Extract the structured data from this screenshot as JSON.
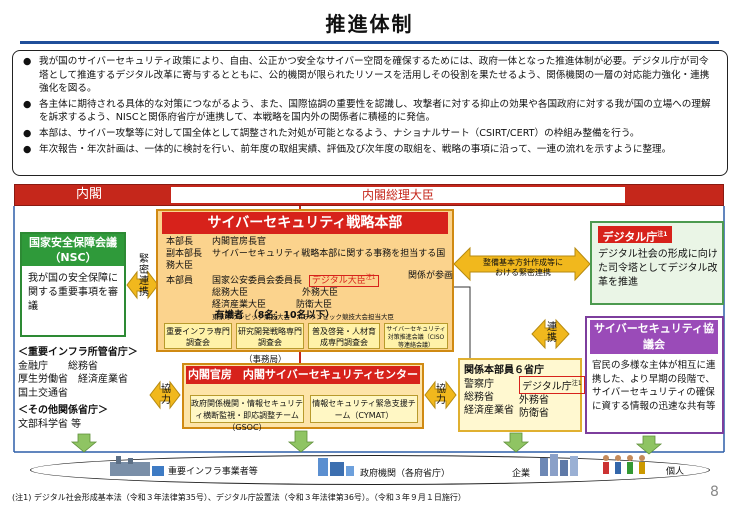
{
  "title": "推進体制",
  "bullets": [
    {
      "mark": "●",
      "text": "我が国のサイバーセキュリティ政策により、自由、公正かつ安全なサイバー空間を確保するためには、政府一体となった推進体制が必要。デジタル庁が司令塔として推進するデジタル改革に寄与するとともに、公的機関が限られたリソースを活用しその役割を果たせるよう、関係機関の一層の対応能力強化・連携強化を図る。"
    },
    {
      "mark": "●",
      "text": "各主体に期待される具体的な対策につながるよう、また、国際協調の重要性を認識し、攻撃者に対する抑止の効果や各国政府に対する我が国の立場への理解を訴求するよう、NISCと関係府省庁が連携して、本戦略を国内外の関係者に積極的に発信。"
    },
    {
      "mark": "●",
      "text": "本部は、サイバー攻撃等に対して国全体として調整された対処が可能となるよう、ナショナルサート（CSIRT/CERT）の枠組み整備を行う。"
    },
    {
      "mark": "●",
      "text": "年次報告・年次計画は、一体的に検討を行い、前年度の取組実績、評価及び次年度の取組を、戦略の事項に沿って、一連の流れを示すように整理。"
    }
  ],
  "cabinet": {
    "label": "内閣",
    "pm": "内閣総理大臣"
  },
  "hq": {
    "title": "サイバーセキュリティ戦略本部",
    "rows": [
      {
        "role": "本部長",
        "member": "内閣官房長官"
      },
      {
        "role": "副本部長",
        "member": "サイバーセキュリティ戦略本部に関する事務を担当する国務大臣"
      },
      {
        "role": "本部員",
        "member": "国家公安委員会委員長"
      }
    ],
    "members": [
      "総務大臣",
      "経済産業大臣",
      "東京オリンピック競技大会・パラリンピック競技大会担当大臣"
    ],
    "digital_minister": "デジタル大臣",
    "note_mark": "注1",
    "foreign": "外務大臣",
    "defense": "防衛大臣",
    "pm_participation": "関係が参画",
    "experts": "有識者　（8名；10名以下）",
    "subcommittees": [
      "重要インフラ専門調査会",
      "研究開発戦略専門調査会",
      "普及啓発・人材育成専門調査会",
      "サイバーセキュリティ対策推進会議（CISO等連絡会議）"
    ],
    "secretariat": "（事務局）"
  },
  "nsc": {
    "title": "国家安全保障会議（NSC）",
    "desc": "我が国の安全保障に関する重要事項を審議"
  },
  "links": {
    "close": "緊密連携",
    "coop": "協力",
    "coop2": "協力",
    "renkei": "連携"
  },
  "digital": {
    "title": "デジタル庁",
    "note": "注1",
    "desc": "デジタル社会の形成に向けた司令塔としてデジタル改革を推進"
  },
  "control": {
    "text": "整備基本方針作成等における緊密連携"
  },
  "cs_council": {
    "title": "サイバーセキュリティ協議会",
    "desc": "官民の多様な主体が相互に連携した、より早期の段階で、サイバーセキュリティの確保に資する情報の迅速な共有等"
  },
  "infra_ministries": {
    "title": "＜重要インフラ所管省庁＞",
    "items": [
      "金融庁　　総務省",
      "厚生労働省　経済産業省",
      "国土交通省"
    ]
  },
  "other_ministries": {
    "title": "＜その他関係省庁＞",
    "items": [
      "文部科学省 等"
    ]
  },
  "nisc": {
    "title": "内閣官房　内閣サイバーセキュリティセンター",
    "teams": [
      "政府関係機関・情報セキュリティ横断監視・即応調整チーム（GSOC）",
      "情報セキュリティ緊急支援チーム（CYMAT）"
    ]
  },
  "six_ministries": {
    "title": "関係本部員６省庁",
    "col1": [
      "警察庁",
      "総務省",
      "経済産業省"
    ],
    "digital": "デジタル庁",
    "note": "注1",
    "col2": [
      "外務省",
      "防衛省"
    ]
  },
  "ground": {
    "infra": "重要インフラ事業者等",
    "gov": "政府機関（各府省庁）",
    "corp": "企業",
    "individual": "個人"
  },
  "footnote": "(注1) デジタル社会形成基本法（令和３年法律第35号）、デジタル庁設置法（令和３年法律第36号）。（令和３年９月１日施行）",
  "page": "8",
  "colors": {
    "red": "#d7221b",
    "green": "#2f9a3a",
    "purple": "#9a4bb8",
    "orange": "#fbd38d"
  }
}
